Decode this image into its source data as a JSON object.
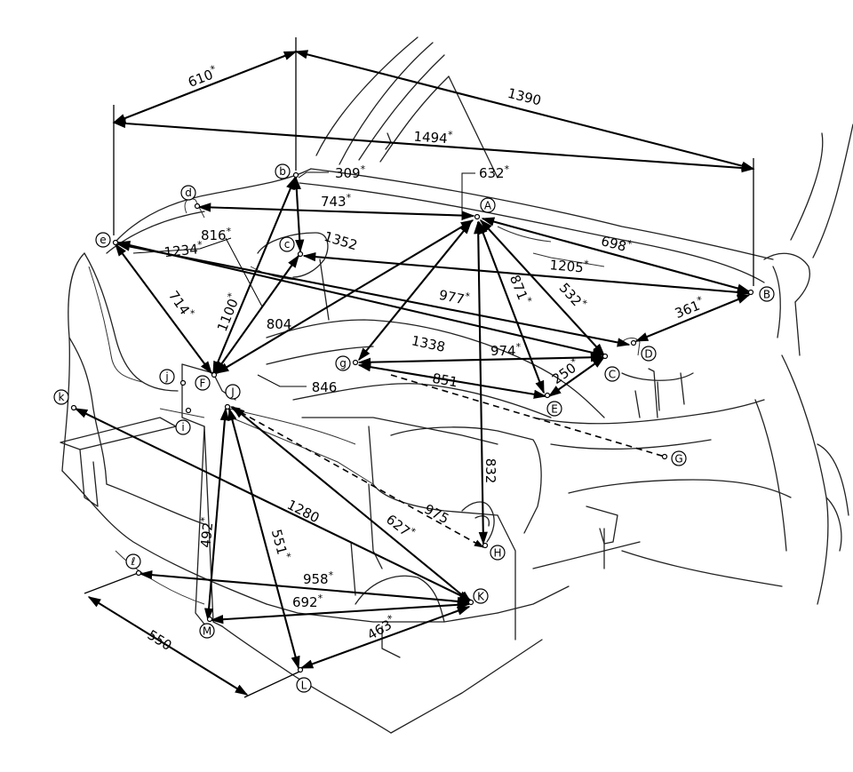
{
  "points": {
    "A": "A",
    "B": "B",
    "C": "C",
    "D": "D",
    "E": "E",
    "F": "F",
    "G": "G",
    "H": "H",
    "J": "J",
    "K": "K",
    "L": "L",
    "M": "M",
    "a_b": "b",
    "a_c": "c",
    "a_d": "d",
    "a_e": "e",
    "a_g": "g",
    "a_i": "i",
    "a_j": "j",
    "a_k": "k",
    "a_l": "ℓ"
  },
  "dimensions": {
    "d610": "610",
    "d1390": "1390",
    "d1494": "1494",
    "d309": "309",
    "d632": "632",
    "d743": "743",
    "d816": "816",
    "d1352": "1352",
    "d1234": "1234",
    "d698": "698",
    "d1205": "1205",
    "d977": "977",
    "d871": "871",
    "d532": "532",
    "d714": "714",
    "d1100": "1100",
    "d804": "804",
    "d361": "361",
    "d1338": "1338",
    "d974": "974",
    "d846": "846",
    "d851": "851",
    "d250": "250",
    "d832": "832",
    "d1280": "1280",
    "d975": "975",
    "d627": "627",
    "d492": "492",
    "d551": "551",
    "d958": "958",
    "d692": "692",
    "d463": "463",
    "d550": "550"
  },
  "asterisk": "*"
}
